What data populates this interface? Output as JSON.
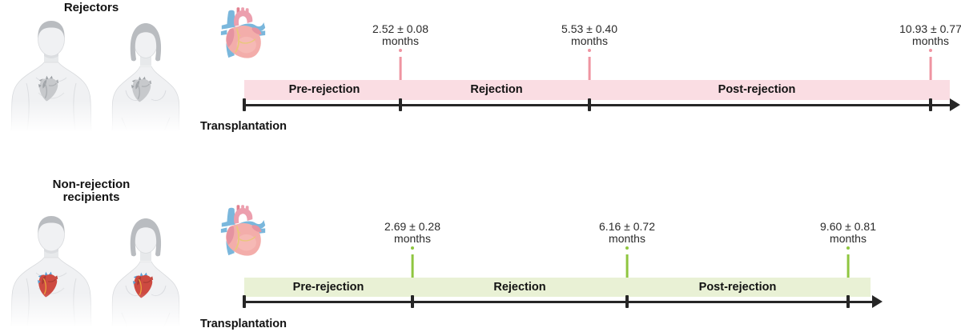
{
  "theme": {
    "rejectors-accent": "#ef94a1",
    "rejectors-band": "#fadde3",
    "nonrejection-accent": "#8fc640",
    "nonrejection-band": "#e9f1d5",
    "axis-ink": "#262626",
    "text-ink": "#1d1d1f"
  },
  "icons": {
    "heart": "anatomical-heart-icon",
    "male_figure": "male-torso-illustration",
    "female_figure": "female-torso-illustration",
    "milestone_marker": "pin-marker-icon",
    "timeline_arrow": "arrowhead-right-icon"
  },
  "groups": [
    {
      "title": "Rejectors",
      "title_lines": [
        "Rejectors"
      ],
      "start_label": "Transplantation",
      "segments": [
        "Pre-rejection",
        "Rejection",
        "Post-rejection"
      ],
      "milestones": [
        {
          "label": "2.52 ± 0.08",
          "unit": "months",
          "months_mean": 2.52,
          "months_sd": 0.08
        },
        {
          "label": "5.53 ± 0.40",
          "unit": "months",
          "months_mean": 5.53,
          "months_sd": 0.4
        },
        {
          "label": "10.93 ± 0.77",
          "unit": "months",
          "months_mean": 10.93,
          "months_sd": 0.77
        }
      ]
    },
    {
      "title": "Non-rejection recipients",
      "title_lines": [
        "Non-rejection",
        "recipients"
      ],
      "start_label": "Transplantation",
      "segments": [
        "Pre-rejection",
        "Rejection",
        "Post-rejection"
      ],
      "milestones": [
        {
          "label": "2.69 ± 0.28",
          "unit": "months",
          "months_mean": 2.69,
          "months_sd": 0.28
        },
        {
          "label": "6.16 ± 0.72",
          "unit": "months",
          "months_mean": 6.16,
          "months_sd": 0.72
        },
        {
          "label": "9.60 ± 0.81",
          "unit": "months",
          "months_mean": 9.6,
          "months_sd": 0.81
        }
      ]
    }
  ]
}
